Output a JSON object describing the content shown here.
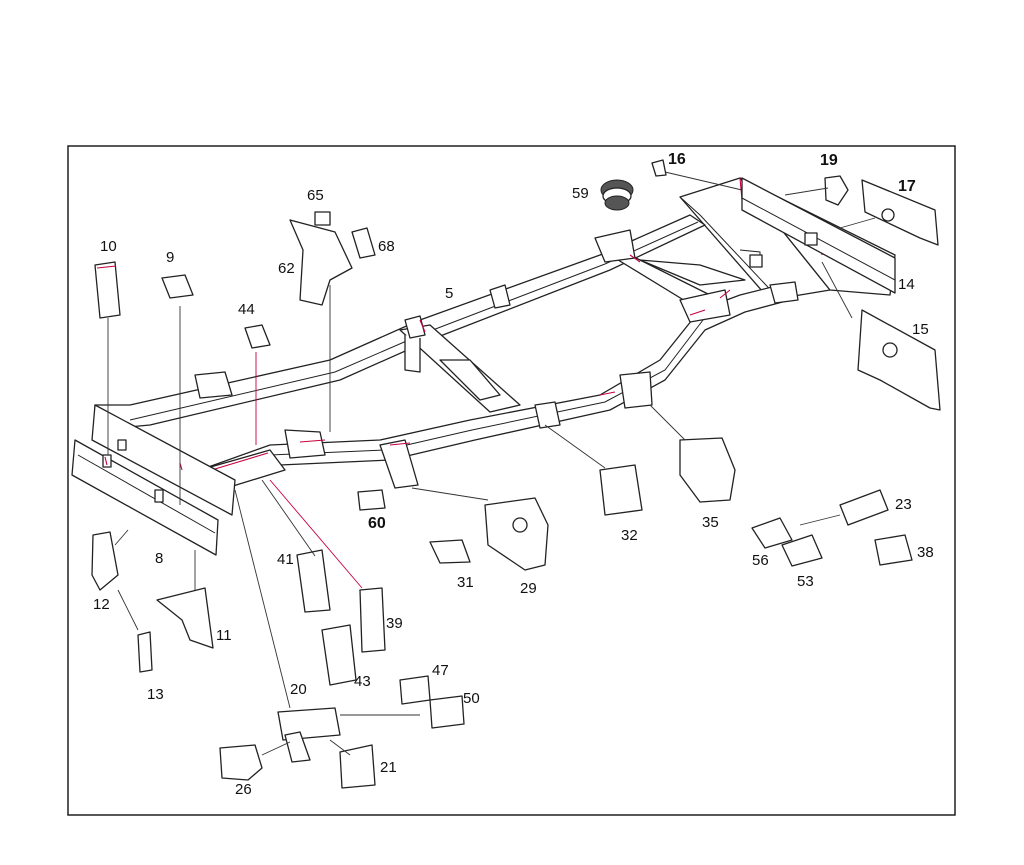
{
  "diagram": {
    "part_numbers": {
      "p5": "5",
      "p8": "8",
      "p9": "9",
      "p10": "10",
      "p11": "11",
      "p12": "12",
      "p13": "13",
      "p14": "14",
      "p15": "15",
      "p16": "16",
      "p17": "17",
      "p19": "19",
      "p20": "20",
      "p21": "21",
      "p23": "23",
      "p26": "26",
      "p29": "29",
      "p31": "31",
      "p32": "32",
      "p35": "35",
      "p38": "38",
      "p39": "39",
      "p41": "41",
      "p43": "43",
      "p44": "44",
      "p47": "47",
      "p50": "50",
      "p53": "53",
      "p56": "56",
      "p59": "59",
      "p60": "60",
      "p62": "62",
      "p65": "65",
      "p68": "68"
    },
    "colors": {
      "line": "#222222",
      "accent": "#c8003c",
      "background": "#ffffff"
    }
  }
}
